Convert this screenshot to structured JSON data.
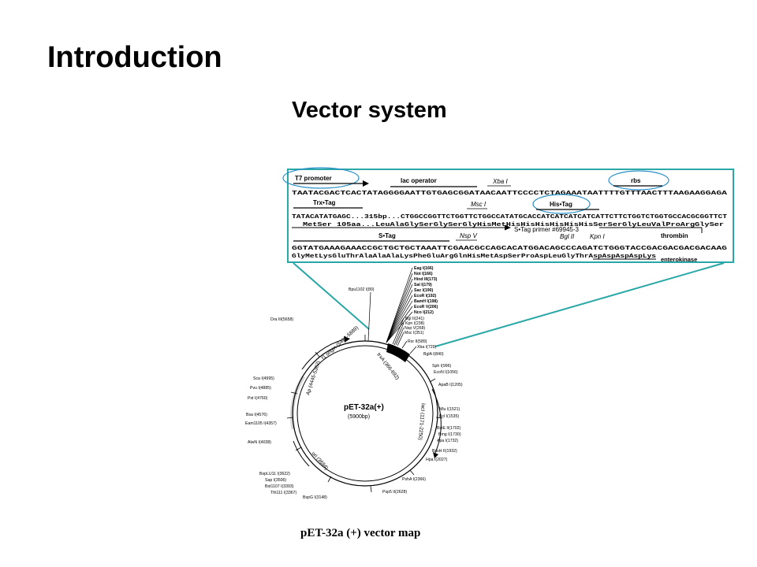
{
  "slide": {
    "title": "Introduction",
    "subtitle": "Vector system",
    "caption": "pET-32a (+) vector map"
  },
  "inset": {
    "row1": {
      "t7": "T7 promoter",
      "lac": "lac operator",
      "xba": "Xba I",
      "rbs": "rbs",
      "seq": "TAATACGACTCACTATAGGGGAATTGTGAGCGGATAACAATTCCCCTCTAGAAATAATTTTGTTTAACTTTAAGAAGGAGA"
    },
    "row2": {
      "trx": "Trx•Tag",
      "his": "His•Tag",
      "msc": "Msc I",
      "seq": "TATACATATGAGC...315bp...CTGGCCGGTTCTGGTTCTGGCCATATGCACCATCATCATCATCATTCTTCTGGTCTGGTGCCACGCGGTTCT",
      "aa": "MetSer      105aa...LeuAlaGlySerGlySerGlyHisMetHisHisHisHisHisHisSerSerGlyLeuValProArgGlySer",
      "primer": "S•Tag primer #69945-3",
      "bgl": "Bgl II",
      "kpn": "Kpn I",
      "thrombin": "thrombin"
    },
    "row3": {
      "stag": "S•Tag",
      "nsp": "Nsp V",
      "seq": "GGTATGAAAGAAACCGCTGCTGCTAAATTCGAACGCCAGCACATGGACAGCCCAGATCTGGGTACCGACGACGACGACAAG",
      "aa": "GlyMetLysGluThrAlaAlaAlaLysPheGluArgGlnHisMetAspSerProAspLeuGlyThrAspAspAspAspLys",
      "ek": "enterokinase"
    }
  },
  "map": {
    "name": "pET-32a(+)",
    "size": "(5900bp)",
    "features": {
      "f1": "f1 origin (5434-5889)",
      "ap": "Ap (4445-5302)",
      "ori": "ori (3684)",
      "laci": "lacI (1171-2250)",
      "trxa": "trxA (366-692)"
    },
    "sites_left": [
      "Dra III(5658)",
      "Sca I(4995)",
      "Pvu I(4885)",
      "Pst I(4760)",
      "Bsa I(4576)",
      "Eam1105 I(4357)",
      "AlwN I(4038)",
      "BspLU11 I(3622)",
      "Sap I(3506)",
      "Bst1107 I(3393)",
      "Tth111 I(3367)",
      "BspG I(3148)"
    ],
    "sites_top": [
      "Bpu1102 I(80)"
    ],
    "sites_mcs": [
      "Eag I(166)",
      "Not I(166)",
      "Hind III(173)",
      "Sal I(179)",
      "Sac I(190)",
      "EcoR I(192)",
      "BamH I(198)",
      "EcoR V(206)",
      "Nco I(212)",
      "Bgl II(241)",
      "Kpn I(238)",
      "Nsp V(268)",
      "Msc I(351)",
      "Rsr II(589)",
      "Xba I(729)",
      "BglA I(840)"
    ],
    "sites_right": [
      "Sph I(996)",
      "EcoN I(1056)",
      "ApaB I(1205)",
      "Mlu I(1521)",
      "Bcl I(1535)",
      "BstE II(1702)",
      "Bmg I(1730)",
      "Apa I(1732)",
      "BssH II(1932)",
      "Hpa I(2027)",
      "PshA I(2366)",
      "Psp5 II(2628)"
    ]
  }
}
